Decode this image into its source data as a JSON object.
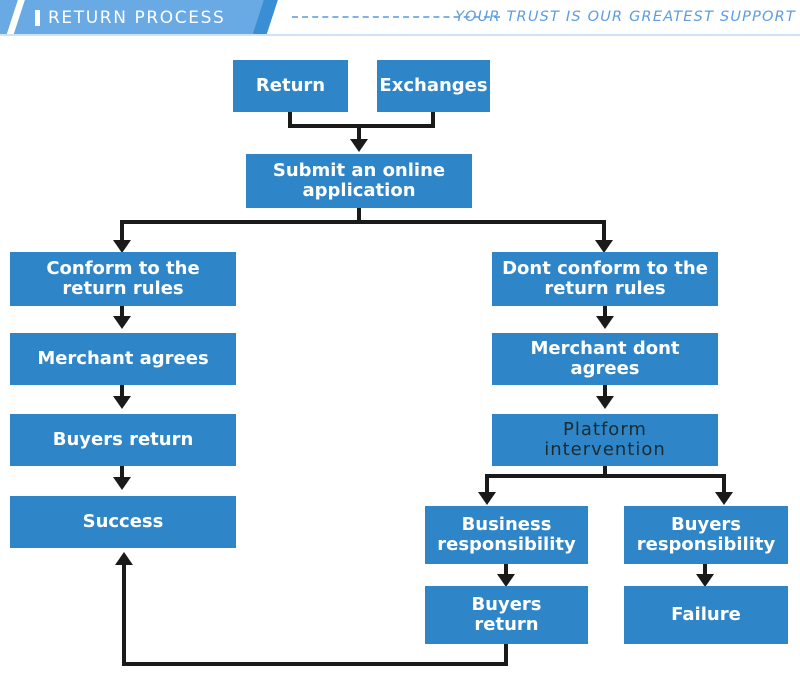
{
  "header": {
    "title": "RETURN PROCESS",
    "tagline": "YOUR TRUST IS OUR GREATEST SUPPORT",
    "bullet_icon": "vertical-bar-icon",
    "banner_color": "#69aae4",
    "chevron_color": "#3a8fd4",
    "tagline_color": "#5c9ddf",
    "dashed_rule_color": "#7fb3e8"
  },
  "colors": {
    "box_fill": "#2e86c8",
    "box_text": "#ffffff",
    "box_text_dark": "#1c2b33",
    "connector": "#1a1a1a",
    "page_background": "#ffffff"
  },
  "chart_data": {
    "type": "diagram",
    "title": "RETURN PROCESS",
    "nodes": [
      {
        "id": "return",
        "label": "Return",
        "style": "filled"
      },
      {
        "id": "exchanges",
        "label": "Exchanges",
        "style": "filled"
      },
      {
        "id": "submit",
        "label": "Submit an online application",
        "style": "filled"
      },
      {
        "id": "conform",
        "label": "Conform to the return rules",
        "style": "filled"
      },
      {
        "id": "not_conform",
        "label": "Dont conform to the return rules",
        "style": "filled"
      },
      {
        "id": "merchant_agrees",
        "label": "Merchant agrees",
        "style": "filled"
      },
      {
        "id": "merchant_disagrees",
        "label": "Merchant dont agrees",
        "style": "filled"
      },
      {
        "id": "buyers_return_left",
        "label": "Buyers return",
        "style": "filled"
      },
      {
        "id": "platform",
        "label": "Platform intervention",
        "style": "dark-text"
      },
      {
        "id": "success",
        "label": "Success",
        "style": "filled"
      },
      {
        "id": "business_resp",
        "label": "Business responsibility",
        "style": "filled"
      },
      {
        "id": "buyers_resp",
        "label": "Buyers responsibility",
        "style": "filled"
      },
      {
        "id": "buyers_return_bottom",
        "label": "Buyers return",
        "style": "filled"
      },
      {
        "id": "failure",
        "label": "Failure",
        "style": "filled"
      }
    ],
    "edges": [
      {
        "from": "return",
        "to": "submit"
      },
      {
        "from": "exchanges",
        "to": "submit"
      },
      {
        "from": "submit",
        "to": "conform"
      },
      {
        "from": "submit",
        "to": "not_conform"
      },
      {
        "from": "conform",
        "to": "merchant_agrees"
      },
      {
        "from": "merchant_agrees",
        "to": "buyers_return_left"
      },
      {
        "from": "buyers_return_left",
        "to": "success"
      },
      {
        "from": "not_conform",
        "to": "merchant_disagrees"
      },
      {
        "from": "merchant_disagrees",
        "to": "platform"
      },
      {
        "from": "platform",
        "to": "business_resp"
      },
      {
        "from": "platform",
        "to": "buyers_resp"
      },
      {
        "from": "business_resp",
        "to": "buyers_return_bottom"
      },
      {
        "from": "buyers_resp",
        "to": "failure"
      },
      {
        "from": "buyers_return_bottom",
        "to": "success"
      }
    ]
  },
  "nodes": {
    "return": {
      "label": "Return"
    },
    "exchanges": {
      "label": "Exchanges"
    },
    "submit_line1": "Submit an online",
    "submit_line2": "application",
    "conform_line1": "Conform to the",
    "conform_line2": "return rules",
    "not_conform_line1": "Dont conform to the",
    "not_conform_line2": "return rules",
    "merchant_agrees": {
      "label": "Merchant agrees"
    },
    "merchant_disagrees": {
      "label": "Merchant dont agrees"
    },
    "buyers_return_left": {
      "label": "Buyers return"
    },
    "platform_line1": "Platform",
    "platform_line2": "intervention",
    "success": {
      "label": "Success"
    },
    "business_resp_line1": "Business",
    "business_resp_line2": "responsibility",
    "buyers_resp_line1": "Buyers",
    "buyers_resp_line2": "responsibility",
    "buyers_return_bottom_line1": "Buyers",
    "buyers_return_bottom_line2": "return",
    "failure": {
      "label": "Failure"
    }
  }
}
